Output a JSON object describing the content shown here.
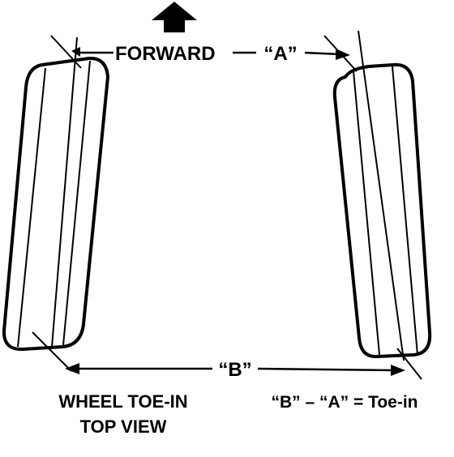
{
  "diagram": {
    "forward_label": "FORWARD",
    "a_label": "“A”",
    "b_label": "“B”",
    "formula": "“B” – “A” = Toe-in",
    "caption_line1": "WHEEL TOE-IN",
    "caption_line2": "TOP VIEW"
  },
  "colors": {
    "ink": "#000000",
    "paper": "#ffffff"
  },
  "icons": {
    "forward_arrow": "arrow-up-icon"
  }
}
